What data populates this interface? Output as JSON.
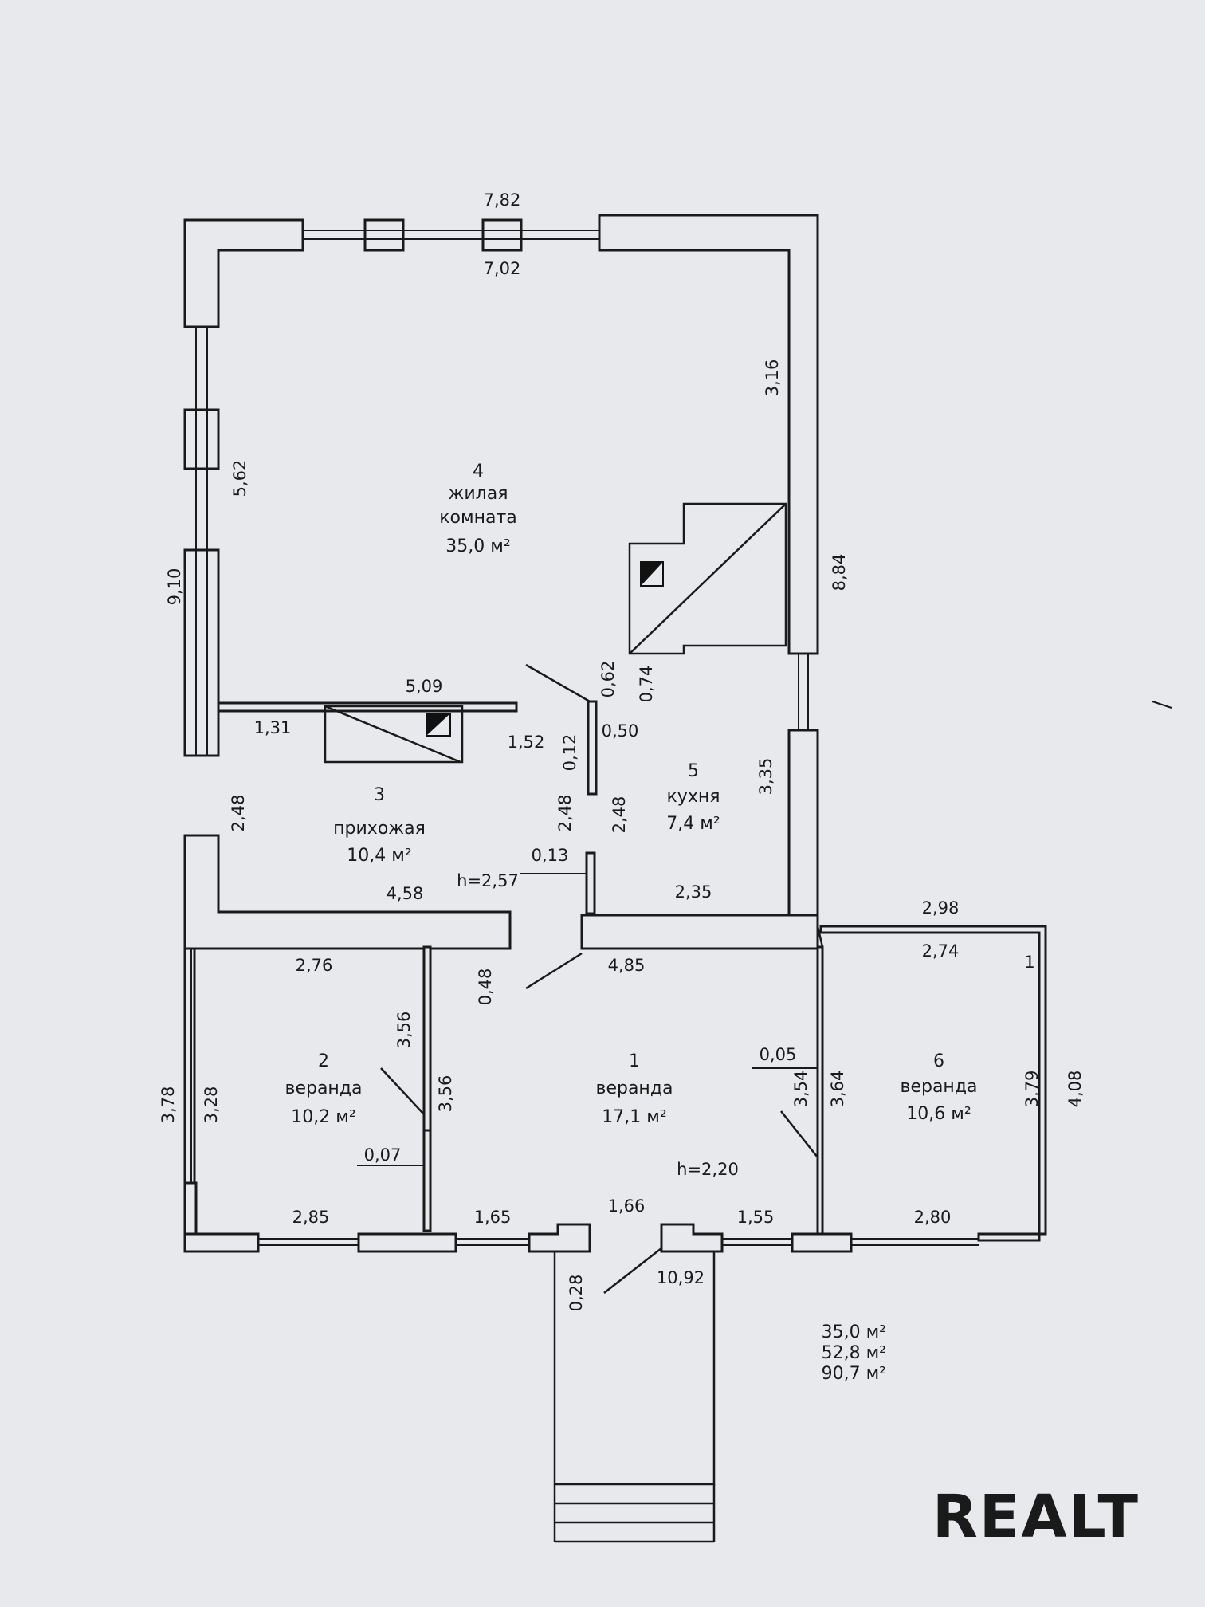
{
  "rooms": [
    {
      "number": "4",
      "name": "жилая",
      "name2": "комната",
      "area": "35,0  м²"
    },
    {
      "number": "3",
      "name": "прихожая",
      "area": "10,4  м²"
    },
    {
      "number": "5",
      "name": "кухня",
      "area": "7,4  м²"
    },
    {
      "number": "2",
      "name": "веранда",
      "area": "10,2  м²"
    },
    {
      "number": "1",
      "name": "веранда",
      "area": "17,1  м²"
    },
    {
      "number": "6",
      "name": "веранда",
      "area": "10,6  м²"
    }
  ],
  "dimensions": {
    "top_outer": "7,82",
    "top_inner": "7,02",
    "left_outer": "9,10",
    "room4_left": "5,62",
    "room4_right": "3,16",
    "right_outer": "8,84",
    "partition": "5,09",
    "d131": "1,31",
    "d152": "1,52",
    "d012": "0,12",
    "d050": "0,50",
    "d062": "0,62",
    "d074": "0,74",
    "room5_right": "3,35",
    "h3_left": "2,48",
    "h3_right": "2,48",
    "h5_left": "2,48",
    "d013": "0,13",
    "room3_bottom": "4,58",
    "height_room3": "h=2,57",
    "room5_bottom": "2,35",
    "v6_top_outer": "2,98",
    "v6_top_inner": "2,74",
    "v6_mark": "1",
    "v2_top": "2,76",
    "d048": "0,48",
    "v1_top": "4,85",
    "v2_part1": "3,56",
    "v2_part2": "3,56",
    "v2_left_outer": "3,78",
    "v2_left_inner": "3,28",
    "d005": "0,05",
    "v1_right1": "3,54",
    "v1_right2": "3,64",
    "v6_right_inner": "3,79",
    "v6_right_outer": "4,08",
    "d007": "0,07",
    "height_veranda": "h=2,20",
    "v2_bottom": "2,85",
    "v1_bottom_a": "1,65",
    "v1_bottom_b": "1,66",
    "v1_bottom_c": "1,55",
    "v6_bottom": "2,80",
    "d028": "0,28",
    "total_width": "10,92"
  },
  "totals": [
    "35,0  м²",
    "52,8  м²",
    "90,7  м²"
  ],
  "watermark": "REALT"
}
